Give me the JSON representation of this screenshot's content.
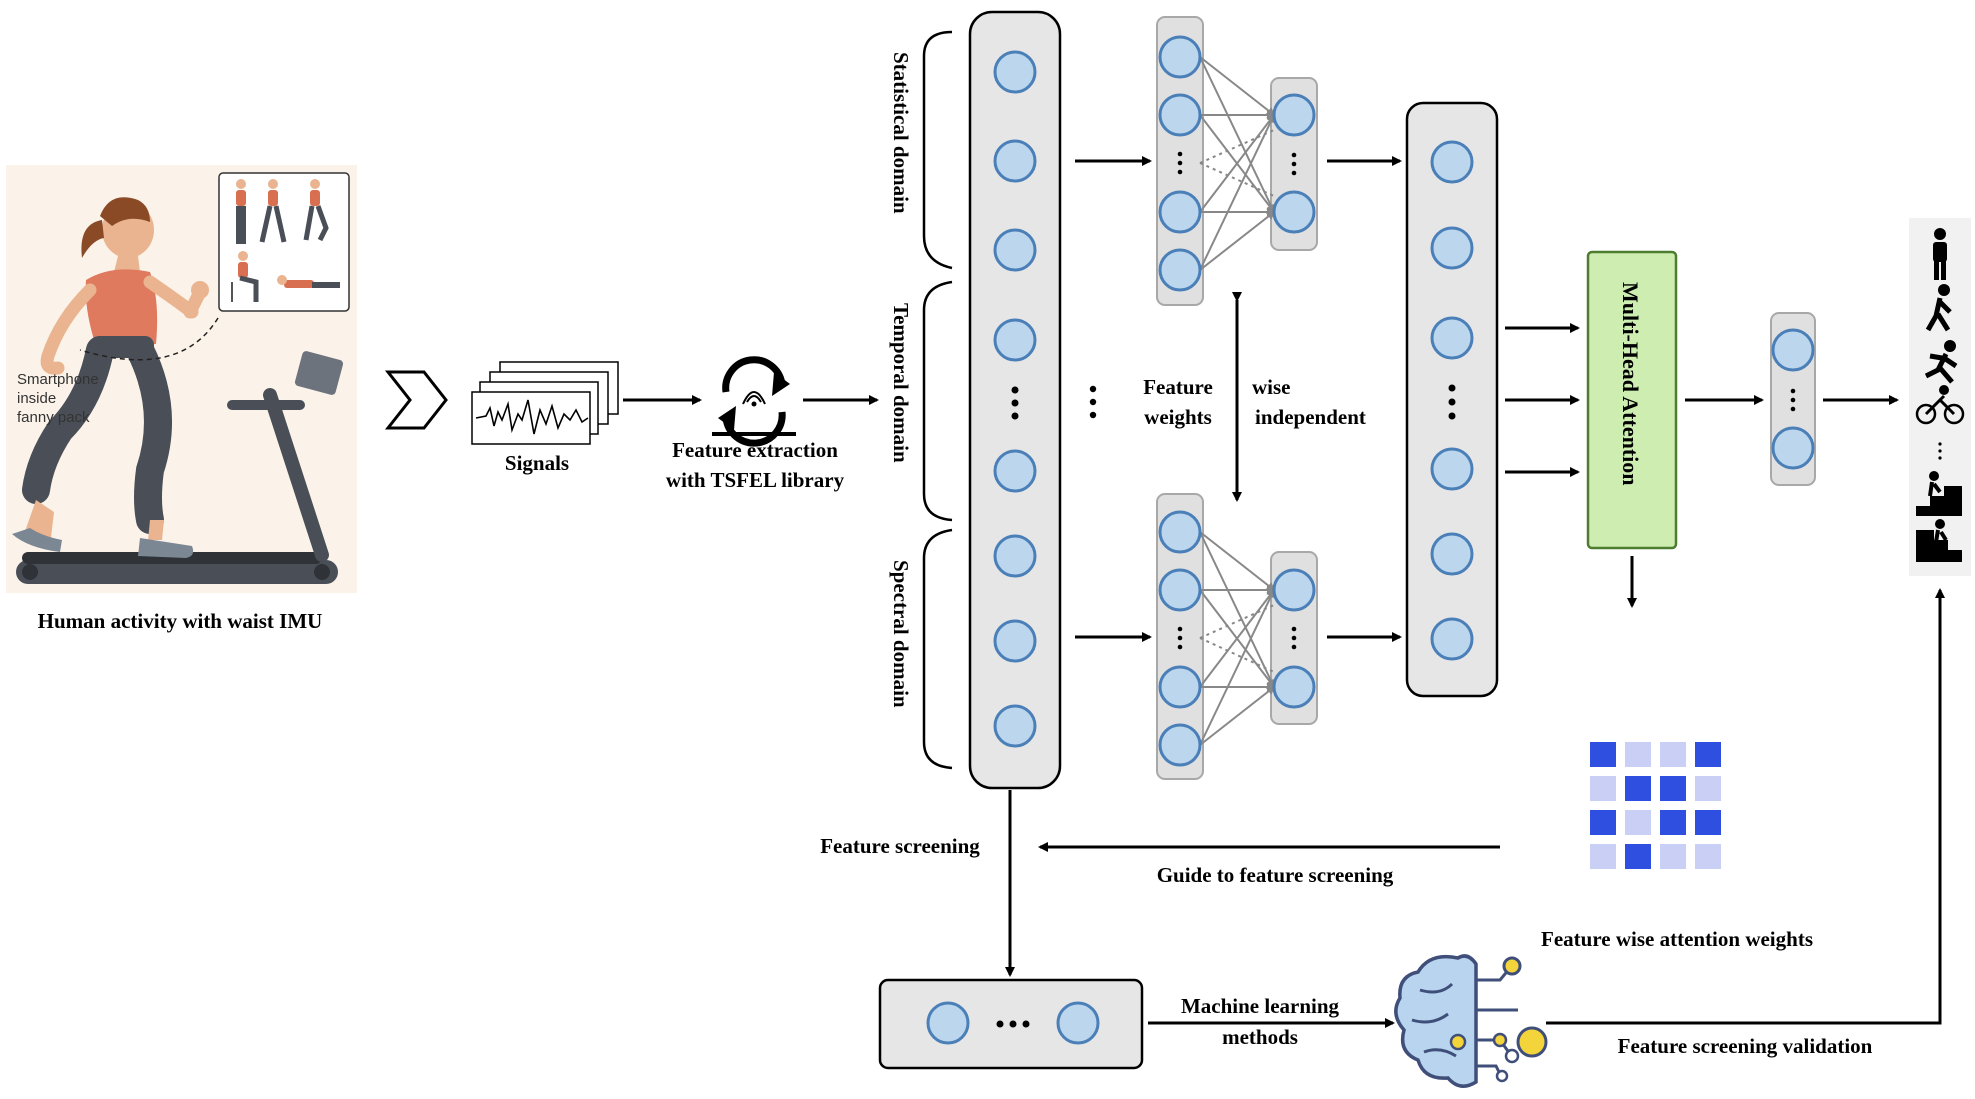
{
  "left": {
    "caption": "Human activity with waist IMU",
    "callout_lines": [
      "Smartphone",
      "inside",
      "fanny pack"
    ]
  },
  "pipeline": {
    "signals_label": "Signals",
    "extraction_line1": "Feature extraction",
    "extraction_line2": "with TSFEL library"
  },
  "domains": {
    "statistical": "Statistical domain",
    "temporal": "Temporal domain",
    "spectral": "Spectral domain"
  },
  "network": {
    "feature_weights_line1": "Feature",
    "feature_weights_line2": "weights",
    "wise_line1": "wise",
    "wise_line2": "independent",
    "attention_label": "Multi-Head Attention"
  },
  "bottom": {
    "feature_screening": "Feature screening",
    "guide": "Guide to feature screening",
    "ml_line1": "Machine learning",
    "ml_line2": "methods",
    "attention_weights": "Feature wise attention weights",
    "validation": "Feature screening validation"
  },
  "colors": {
    "node_fill": "#bcd6ee",
    "node_stroke": "#4a7fb8",
    "column_fill": "#e6e6e6",
    "attention_fill": "#cdeeb0",
    "attention_stroke": "#4d7d2e",
    "heatmap_dark": "#2f4fe0",
    "heatmap_light": "#c9cff5",
    "shirt": "#e07a5f"
  },
  "icons": {
    "extraction": "refresh-fingerprint-icon",
    "brain": "brain-circuit-icon",
    "activities": [
      "standing-icon",
      "walking-icon",
      "running-icon",
      "cycling-icon",
      "upstairs-icon",
      "downstairs-icon"
    ]
  }
}
